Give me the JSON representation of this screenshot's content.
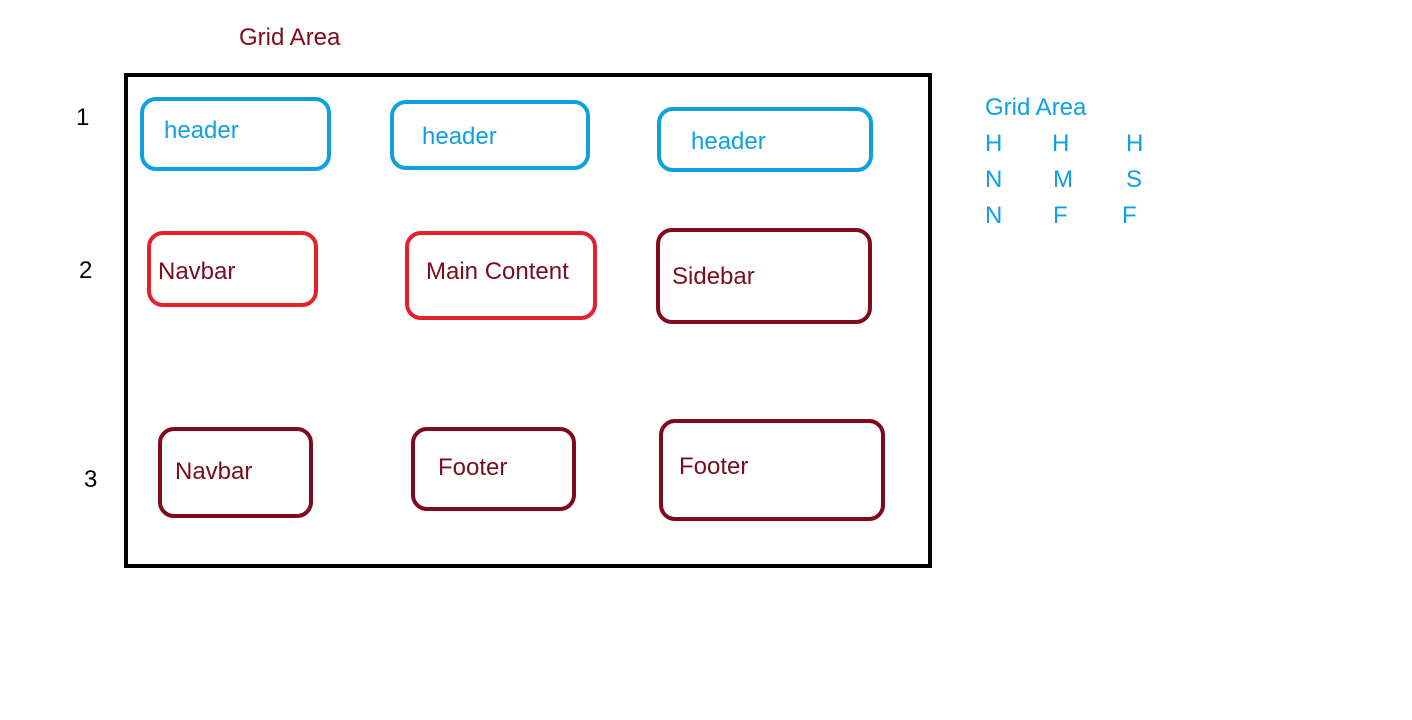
{
  "title": "Grid Area",
  "row_numbers": [
    "1",
    "2",
    "3"
  ],
  "cells": {
    "r1c1": "header",
    "r1c2": "header",
    "r1c3": "header",
    "r2c1": "Navbar",
    "r2c2": "Main Content",
    "r2c3": "Sidebar",
    "r3c1": "Navbar",
    "r3c2": "Footer",
    "r3c3": "Footer"
  },
  "legend": {
    "title": "Grid Area",
    "rows": [
      [
        "H",
        "H",
        "H"
      ],
      [
        "N",
        "M",
        "S"
      ],
      [
        "N",
        "F",
        "F"
      ]
    ]
  },
  "colors": {
    "header": "#0ea0e0",
    "red_outline": "#e3202c",
    "maroon": "#800a1e",
    "frame": "#000000"
  }
}
